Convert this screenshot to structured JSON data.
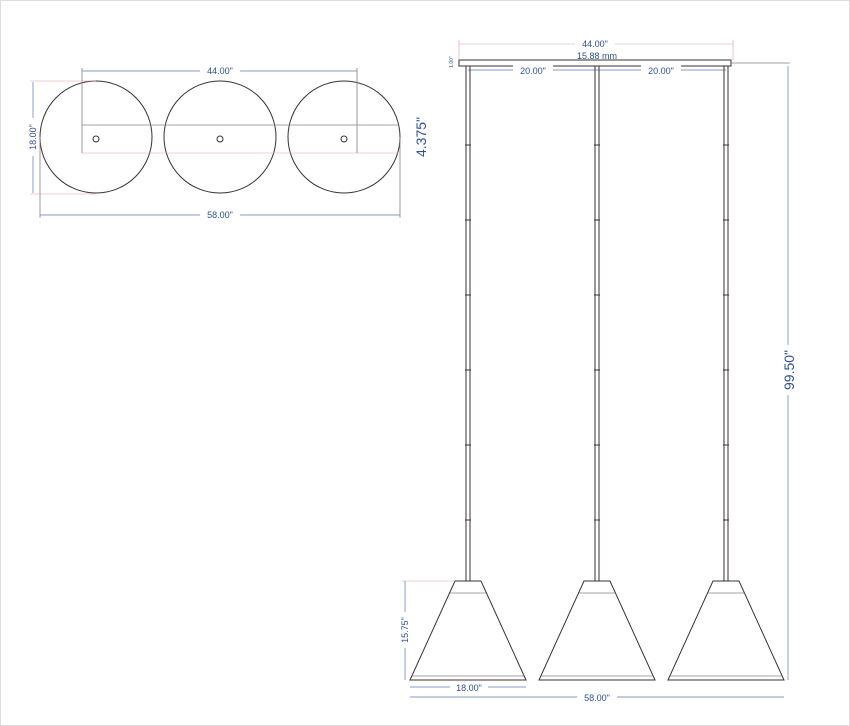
{
  "top_view": {
    "dim_rod_spacing": "44.00\"",
    "dim_shade_diameter": "18.00\"",
    "dim_overall_width": "58.00\"",
    "dim_plate_depth": "4.375\""
  },
  "front_view": {
    "dim_canopy_width": "44.00\"",
    "dim_canopy_thickness_mm": "15.88 mm",
    "dim_canopy_thickness": "1.00\"",
    "dim_spacing_left": "20.00\"",
    "dim_spacing_right": "20.00\"",
    "dim_overall_height": "99.50\"",
    "dim_shade_height": "15.75\"",
    "dim_shade_width": "18.00\"",
    "dim_overall_width": "58.00\""
  },
  "colors": {
    "dimension": "#2e4f9a",
    "outline": "#3a3030",
    "extension": "#e0a0a0"
  }
}
